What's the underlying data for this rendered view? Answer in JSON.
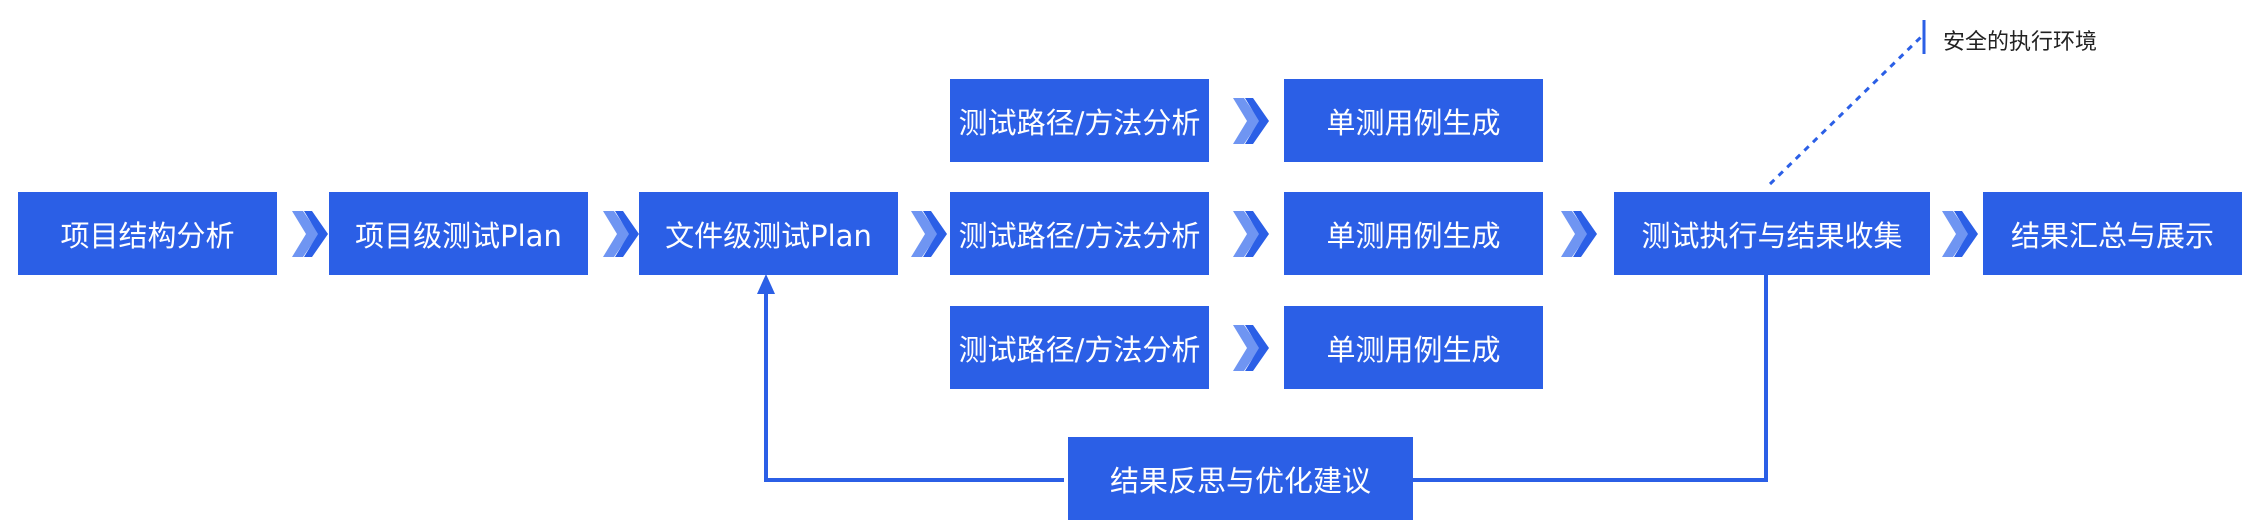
{
  "colors": {
    "box": "#2b5fe6",
    "line": "#2b5fe6",
    "arrow_dark": "#2b5fe6",
    "arrow_light": "#6f95f2"
  },
  "nodes": {
    "project_structure": "项目结构分析",
    "project_plan": "项目级测试Plan",
    "file_plan": "文件级测试Plan",
    "path_analysis": "测试路径/方法分析",
    "unit_test_gen": "单测用例生成",
    "execute_collect": "测试执行与结果收集",
    "summary_display": "结果汇总与展示",
    "reflection": "结果反思与优化建议"
  },
  "annotation": {
    "secure_env": "安全的执行环境"
  },
  "icons": {
    "flow_arrow": "double-chevron-right-icon"
  }
}
